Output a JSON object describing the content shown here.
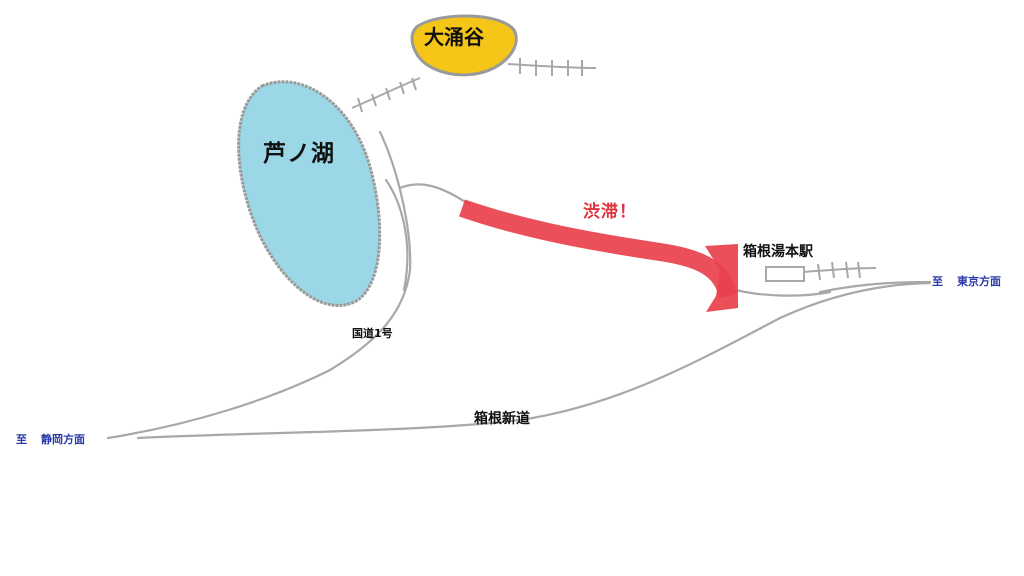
{
  "labels": {
    "lake": "芦ノ湖",
    "owakudani": "大涌谷",
    "jam": "渋滞！",
    "station": "箱根湯本駅",
    "route1": "国道1号",
    "hakone_shindo": "箱根新道",
    "to_tokyo": {
      "prefix": "至",
      "place": "東京方面"
    },
    "to_shizuoka": {
      "prefix": "至",
      "place": "静岡方面"
    }
  },
  "colors": {
    "lake": "#9bd7e6",
    "lake_outline": "#9a9a9a",
    "owakudani_fill": "#f5c518",
    "jam_arrow": "#e8404c",
    "road": "#a8a8a8",
    "direction_text": "#2a3aa8"
  }
}
